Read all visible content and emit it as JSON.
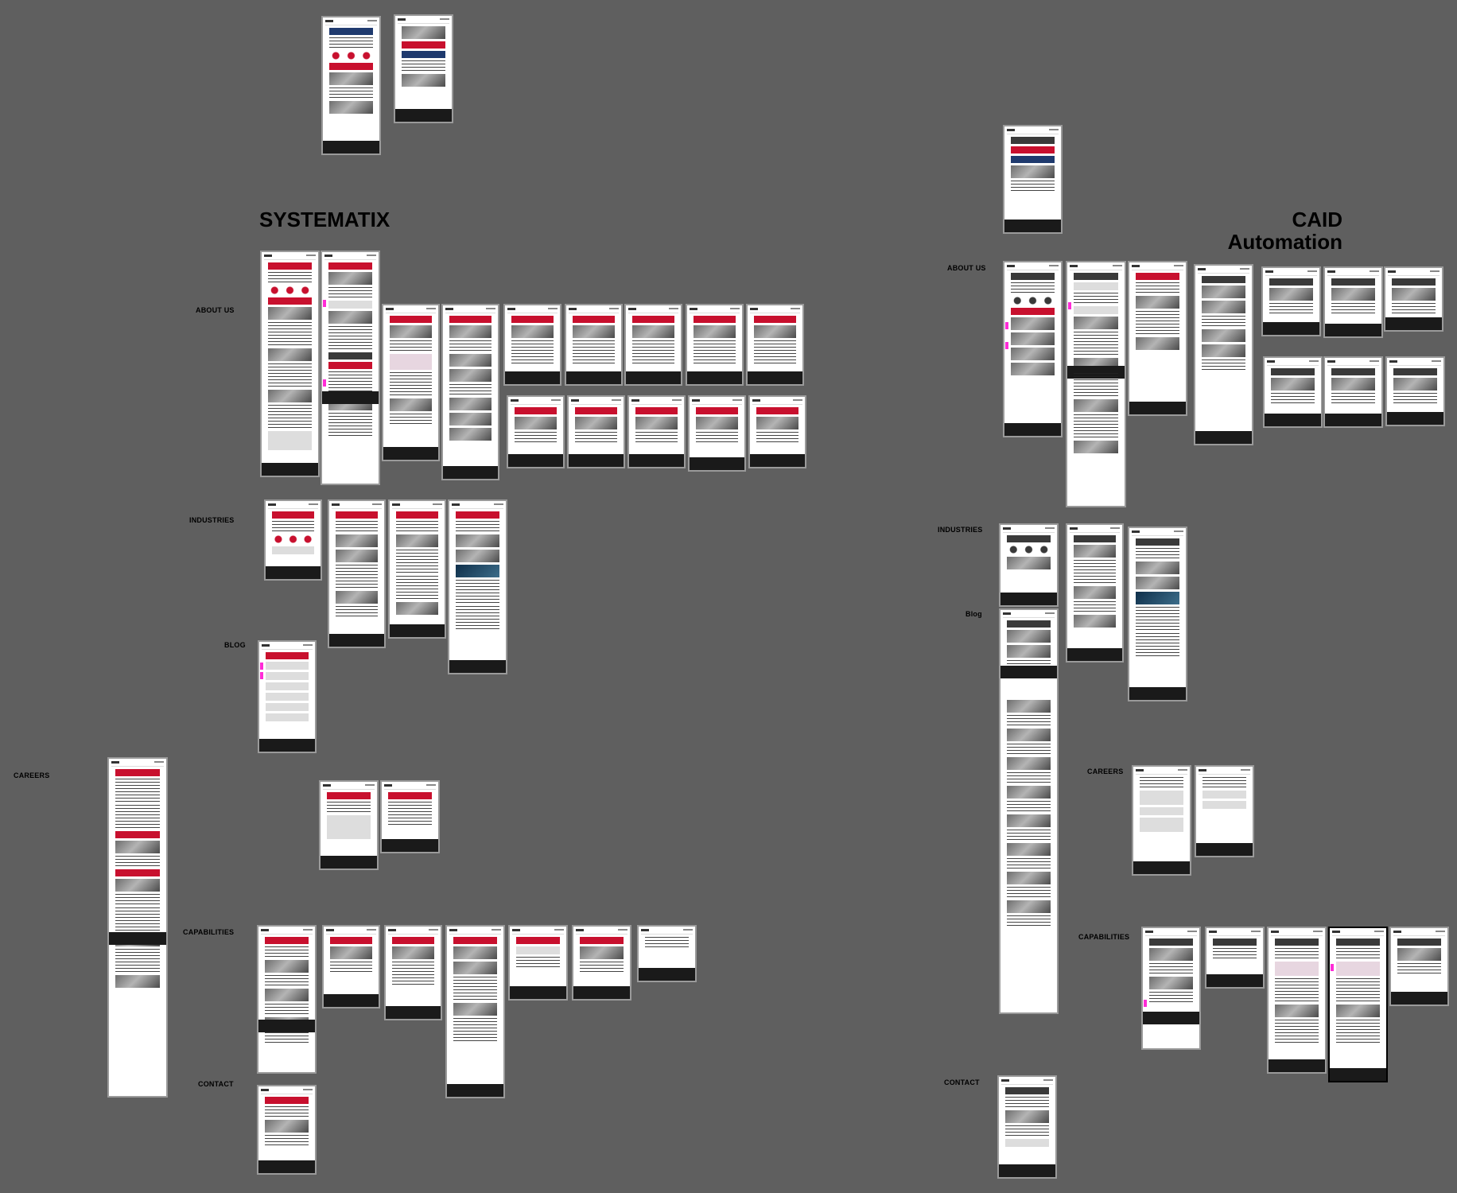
{
  "brands": {
    "systematix": "SYSTEMATIX",
    "caid_line1": "CAID",
    "caid_line2": "Automation"
  },
  "sections": {
    "left": {
      "about": "ABOUT US",
      "industries": "INDUSTRIES",
      "blog": "BLOG",
      "careers": "CAREERS",
      "capabilities": "CAPABILITIES",
      "contact": "CONTACT"
    },
    "right": {
      "about": "ABOUT US",
      "industries": "INDUSTRIES",
      "blog": "Blog",
      "careers": "CAREERS",
      "capabilities": "CAPABILITIES",
      "contact": "CONTACT"
    }
  },
  "colors": {
    "canvas": "#5f5f5f",
    "accent": "#c8102e",
    "footer": "#1a1a1a",
    "annotation": "#ff2bd6"
  }
}
